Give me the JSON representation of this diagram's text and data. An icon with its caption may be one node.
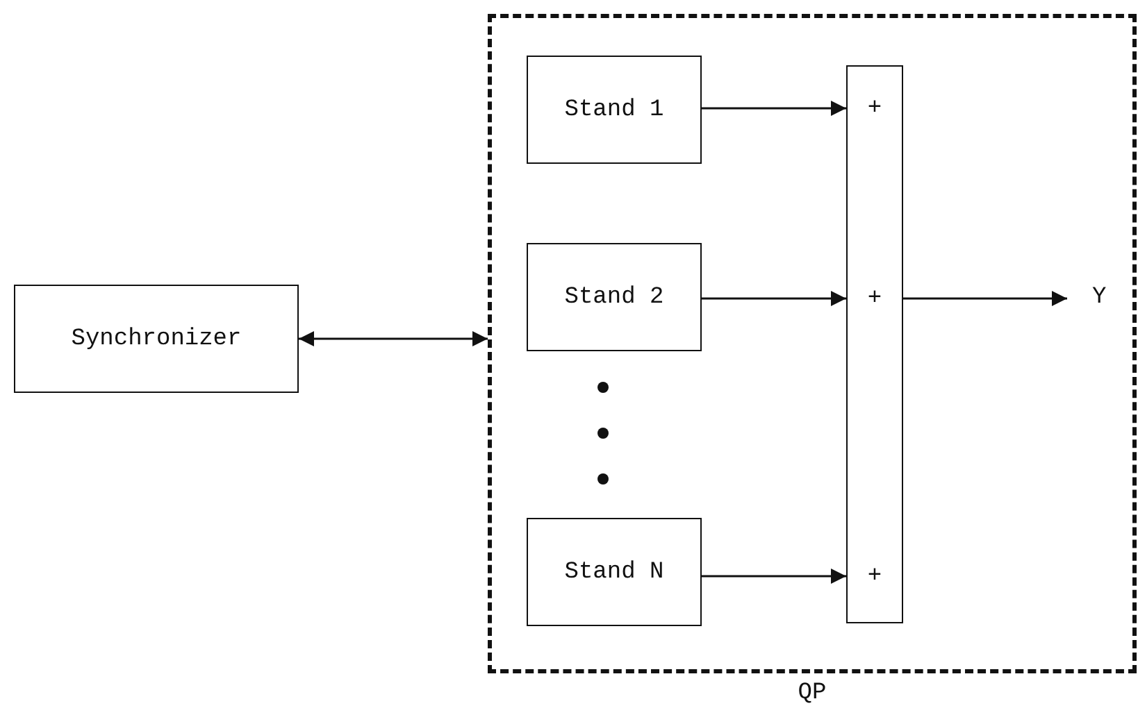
{
  "diagram": {
    "nodes": [
      {
        "text": [
          "Synchronizer"
        ]
      },
      {
        "text": [
          "QP"
        ]
      },
      {
        "text": [
          "Stand 1"
        ],
        "in": 1
      },
      {
        "text": [
          "Stand 2"
        ],
        "in": 1
      },
      {
        "text": [
          "Stand N"
        ],
        "in": 1
      },
      {
        "text": [
          "+",
          "+",
          "+"
        ],
        "in": 1
      },
      {
        "text": [
          "Y"
        ],
        "in": 1
      }
    ],
    "edges": [
      {
        "from": 0,
        "to": 1,
        "arrow": "both"
      },
      {
        "from": 2,
        "to": 5,
        "arrow": "to"
      },
      {
        "from": 3,
        "to": 5,
        "arrow": "to"
      },
      {
        "from": 4,
        "to": 5,
        "arrow": "to"
      },
      {
        "from": 5,
        "to": 6,
        "arrow": "to"
      }
    ]
  }
}
